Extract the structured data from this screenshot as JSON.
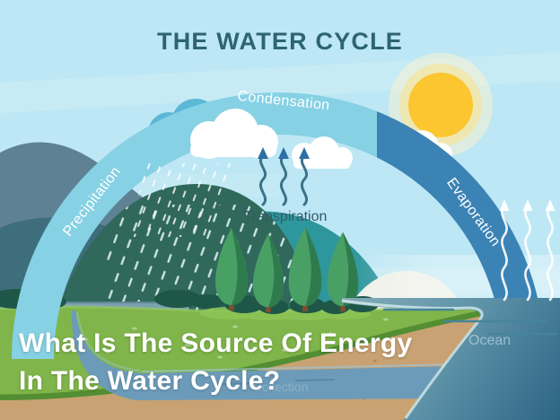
{
  "title": "THE WATER CYCLE",
  "diagram": {
    "stage_labels": {
      "condensation": "Condensation",
      "precipitation": "Precipitation",
      "evaporation": "Evaporation",
      "transpiration": "Transpiration",
      "collection": "Collection",
      "ocean": "Ocean"
    }
  },
  "overlay": {
    "line1": "What Is The Source Of Energy",
    "line2": "In The Water Cycle?"
  },
  "palette": {
    "sky": "#BDE7F4",
    "title-ink": "#2D6472",
    "label-ink": "#315B68",
    "overlay-text": "#FFFFFF",
    "sun-core": "#FBC62F",
    "arc-light": "#86D1E4",
    "arc-dark": "#3C83B5",
    "cloud-blue": "#5CB8D6",
    "mountain-slate": "#5E8294",
    "mountain-teal": "#3E6E7C",
    "hill-green": "#30685B",
    "hill-teal": "#2E979D",
    "hill-white": "#EEF0E9",
    "tree-green": "#48A065",
    "tree-shade": "#2F7B4E",
    "trunk-brown": "#7E4E2B",
    "bush-dark": "#1E5748",
    "grass": "#7FB54A",
    "grass-edge": "#4F8A31",
    "lake": "#7BA1B1",
    "river": "#6C9BB9",
    "sand": "#C8A273",
    "ocean-top": "#7FA9B5",
    "ocean-mid": "#5E93A9",
    "ocean-deep": "#2D6585",
    "arrow-teal": "#3A7389",
    "arrow-head": "#2E6FA5"
  }
}
